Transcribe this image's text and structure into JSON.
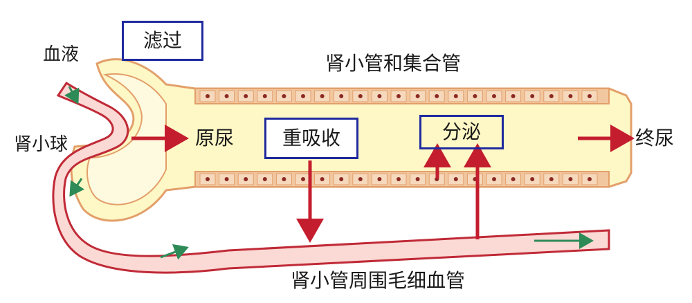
{
  "labels": {
    "blood": "血液",
    "glomerulus": "肾小球",
    "filtration": "滤过",
    "tubule_and_duct": "肾小管和集合管",
    "primary_urine": "原尿",
    "reabsorption": "重吸收",
    "secretion": "分泌",
    "final_urine": "终尿",
    "capillaries": "肾小管周围毛细血管"
  },
  "colors": {
    "tubule_fill": "#fdf8c6",
    "tubule_outline": "#e39f6a",
    "tubule_wall": "#f1c7a0",
    "nucleus": "#8c2a22",
    "vessel_fill": "#fbd9d4",
    "vessel_outline": "#c02a37",
    "process_arrow": "#c41d2e",
    "flow_arrow": "#2e8b57",
    "box_border": "#1f2a9e"
  },
  "icons": [
    "process-arrow",
    "blood-flow-arrow",
    "cell-nucleus-dot"
  ]
}
